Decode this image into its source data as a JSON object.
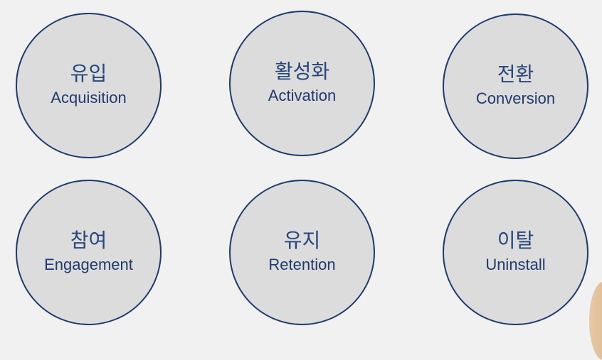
{
  "stages": [
    {
      "ko": "유입",
      "en": "Acquisition"
    },
    {
      "ko": "활성화",
      "en": "Activation"
    },
    {
      "ko": "전환",
      "en": "Conversion"
    },
    {
      "ko": "참여",
      "en": "Engagement"
    },
    {
      "ko": "유지",
      "en": "Retention"
    },
    {
      "ko": "이탈",
      "en": "Uninstall"
    }
  ],
  "colors": {
    "border": "#1f3b6e",
    "fill": "#dcdcdc",
    "text": "#1f3b6e",
    "background": "#f1f1f1"
  }
}
